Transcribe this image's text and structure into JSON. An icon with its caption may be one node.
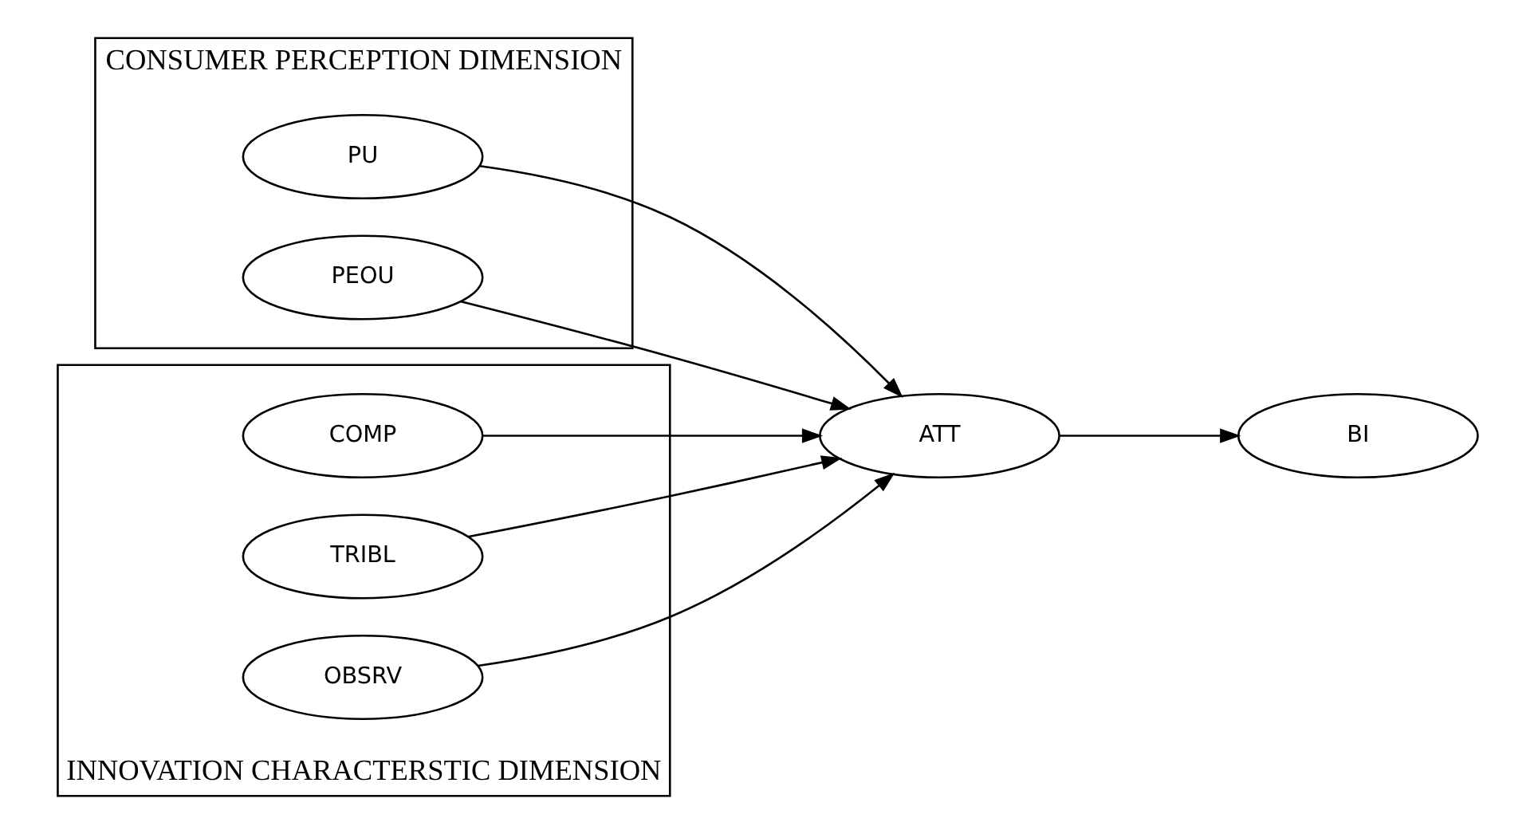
{
  "diagram": {
    "nodes": [
      {
        "text": [
          "CONSUMER PERCEPTION DIMENSION"
        ]
      },
      {
        "text": [
          "PU"
        ],
        "in": 0
      },
      {
        "text": [
          "PEOU"
        ],
        "in": 0
      },
      {
        "text": [
          "INNOVATION CHARACTERSTIC DIMENSION"
        ]
      },
      {
        "text": [
          "COMP"
        ],
        "in": 3
      },
      {
        "text": [
          "TRIBL"
        ],
        "in": 3
      },
      {
        "text": [
          "OBSRV"
        ],
        "in": 3
      },
      {
        "text": [
          "ATT"
        ]
      },
      {
        "text": [
          "BI"
        ]
      }
    ],
    "edges": [
      {
        "from": 1,
        "to": 7,
        "arrow": "to"
      },
      {
        "from": 2,
        "to": 7,
        "arrow": "to"
      },
      {
        "from": 4,
        "to": 7,
        "arrow": "to"
      },
      {
        "from": 5,
        "to": 7,
        "arrow": "to"
      },
      {
        "from": 6,
        "to": 7,
        "arrow": "to"
      },
      {
        "from": 7,
        "to": 8,
        "arrow": "to"
      }
    ]
  }
}
